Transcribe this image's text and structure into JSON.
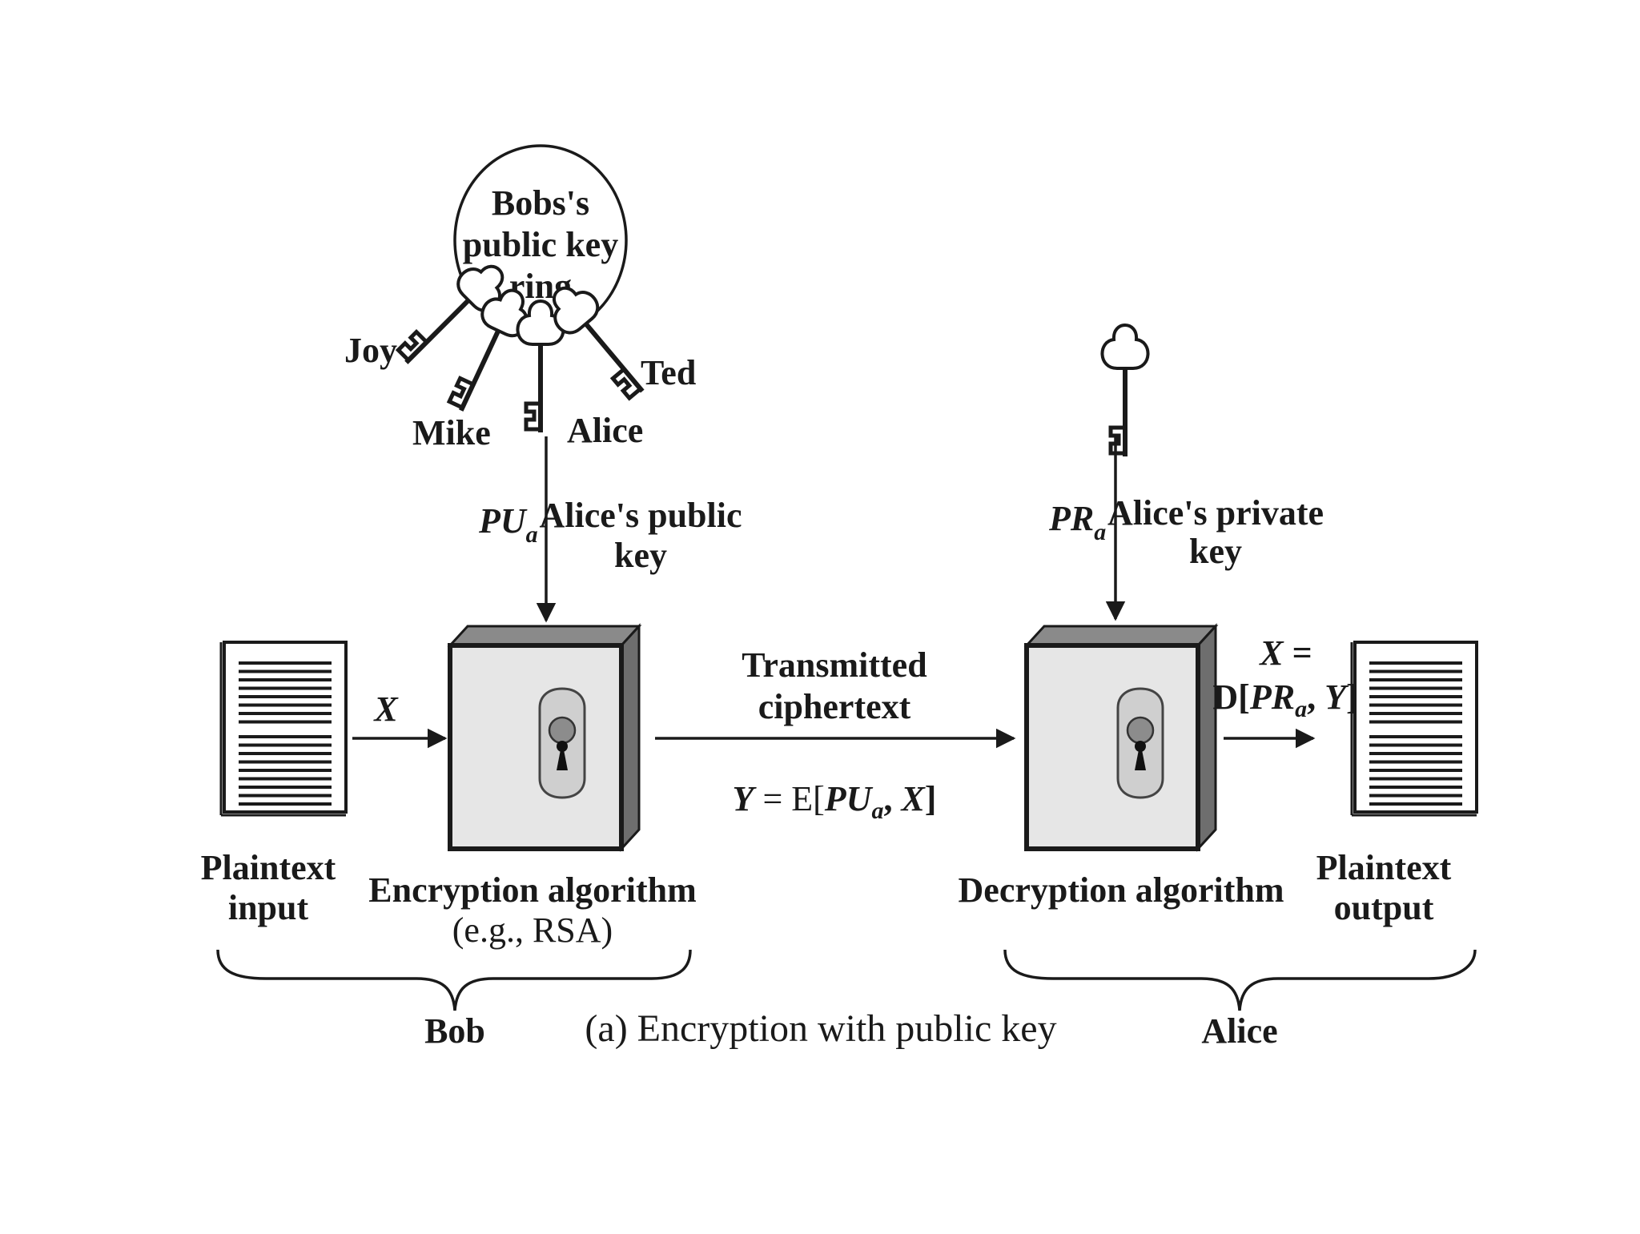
{
  "ring": {
    "title_line1": "Bobs's",
    "title_line2": "public key",
    "title_line3": "ring",
    "keys": [
      "Joy",
      "Mike",
      "Alice",
      "Ted"
    ]
  },
  "bob_side": {
    "pu_symbol": "PU",
    "pu_sub": "a",
    "pu_desc_line1": "Alice's public",
    "pu_desc_line2": "key",
    "x_label": "X",
    "plaintext_input_line1": "Plaintext",
    "plaintext_input_line2": "input",
    "enc_line1": "Encryption algorithm",
    "enc_line2": "(e.g., RSA)",
    "group_label": "Bob"
  },
  "channel": {
    "line1": "Transmitted",
    "line2": "ciphertext",
    "formula_y": "Y",
    "formula_eq": " = E[",
    "formula_pu": "PU",
    "formula_sub": "a",
    "formula_comma": ", ",
    "formula_x": "X",
    "formula_end": "]"
  },
  "alice_side": {
    "pr_symbol": "PR",
    "pr_sub": "a",
    "pr_desc_line1": "Alice's private",
    "pr_desc_line2": "key",
    "out_x": "X",
    "out_eq": " =",
    "out_d": "D[",
    "out_pr": "PR",
    "out_sub": "a",
    "out_comma": ", ",
    "out_y": "Y",
    "out_end": "]",
    "dec_line1": "Decryption algorithm",
    "plaintext_output_line1": "Plaintext",
    "plaintext_output_line2": "output",
    "group_label": "Alice"
  },
  "caption": "(a) Encryption with public key"
}
